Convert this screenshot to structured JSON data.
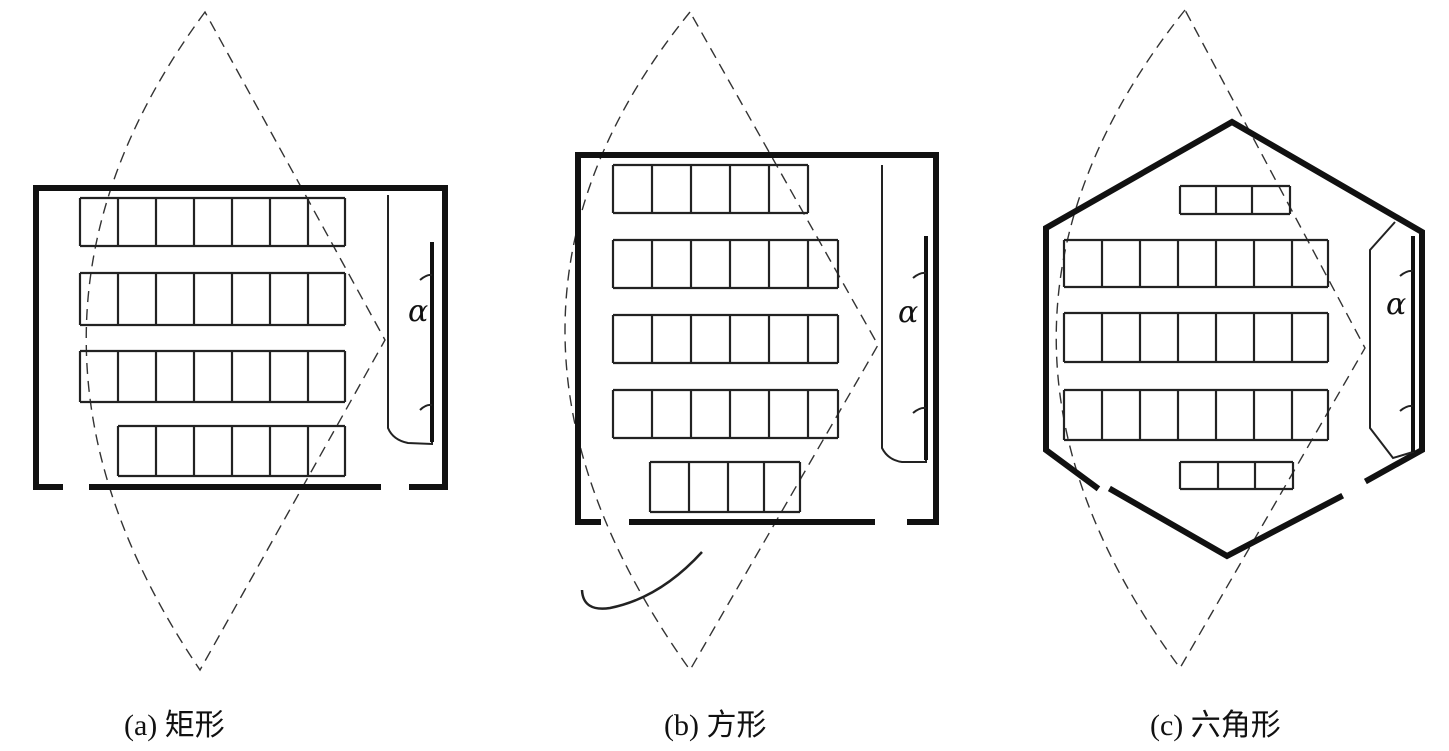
{
  "figures": [
    {
      "id": "a",
      "caption": "(a) 矩形",
      "angle_symbol": "α"
    },
    {
      "id": "b",
      "caption": "(b) 方形",
      "angle_symbol": "α"
    },
    {
      "id": "c",
      "caption": "(c) 六角形",
      "angle_symbol": "α"
    }
  ]
}
